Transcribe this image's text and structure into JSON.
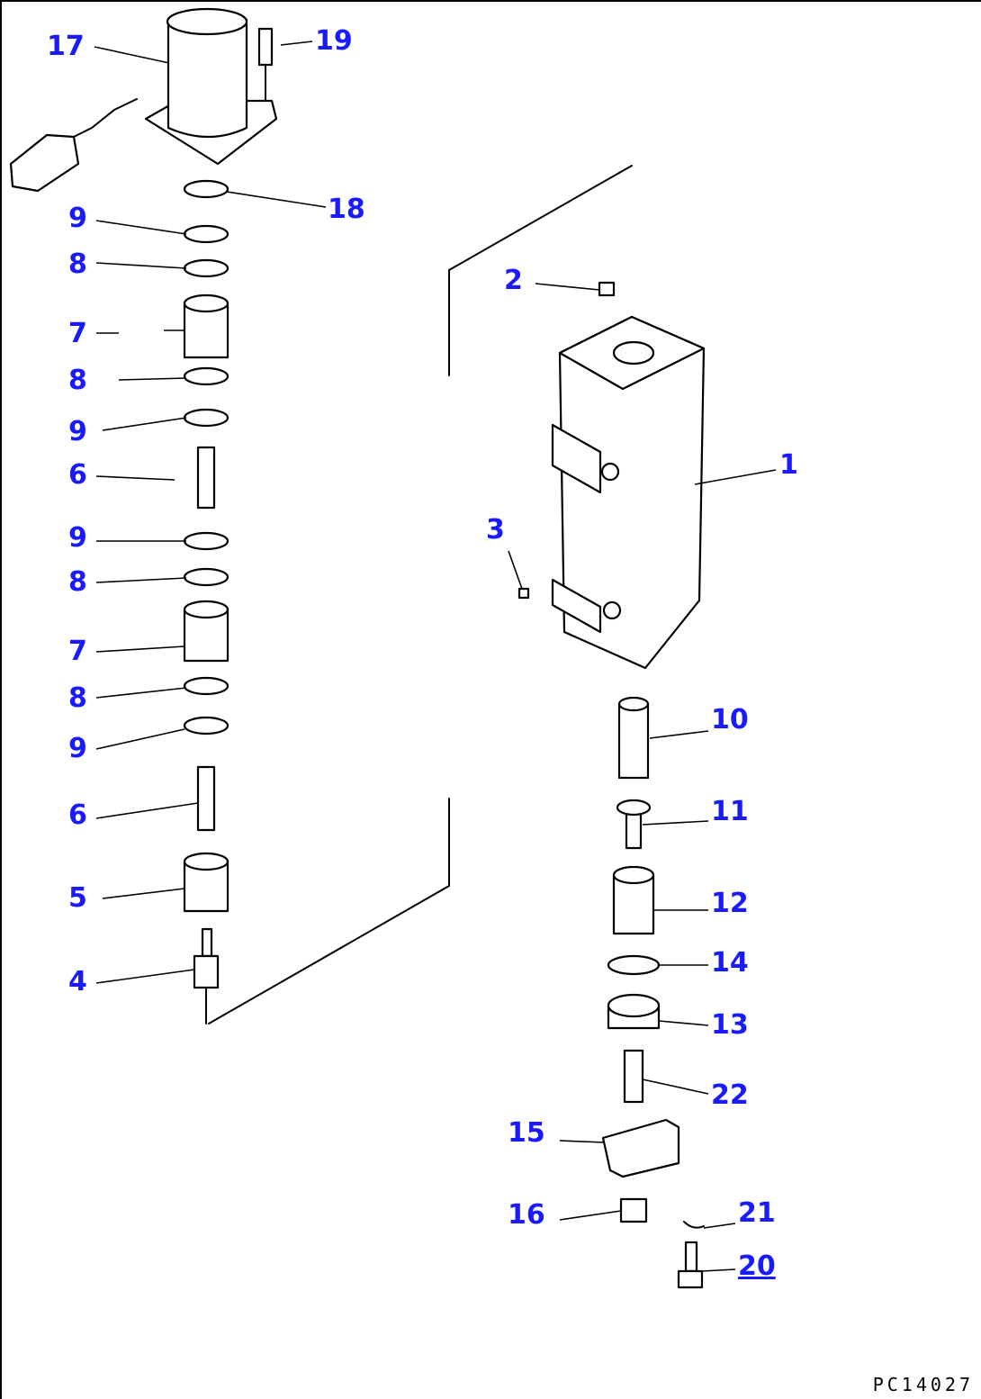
{
  "diagram": {
    "drawing_code": "PC14027",
    "labels": [
      "17",
      "19",
      "18",
      "9",
      "8",
      "7",
      "8",
      "9",
      "6",
      "9",
      "8",
      "7",
      "8",
      "9",
      "6",
      "5",
      "4",
      "2",
      "1",
      "3",
      "10",
      "11",
      "12",
      "14",
      "13",
      "22",
      "15",
      "16",
      "21",
      "20"
    ],
    "ui_colors": {
      "label": "#1a1aff",
      "line": "#000000",
      "background": "#ffffff"
    }
  }
}
